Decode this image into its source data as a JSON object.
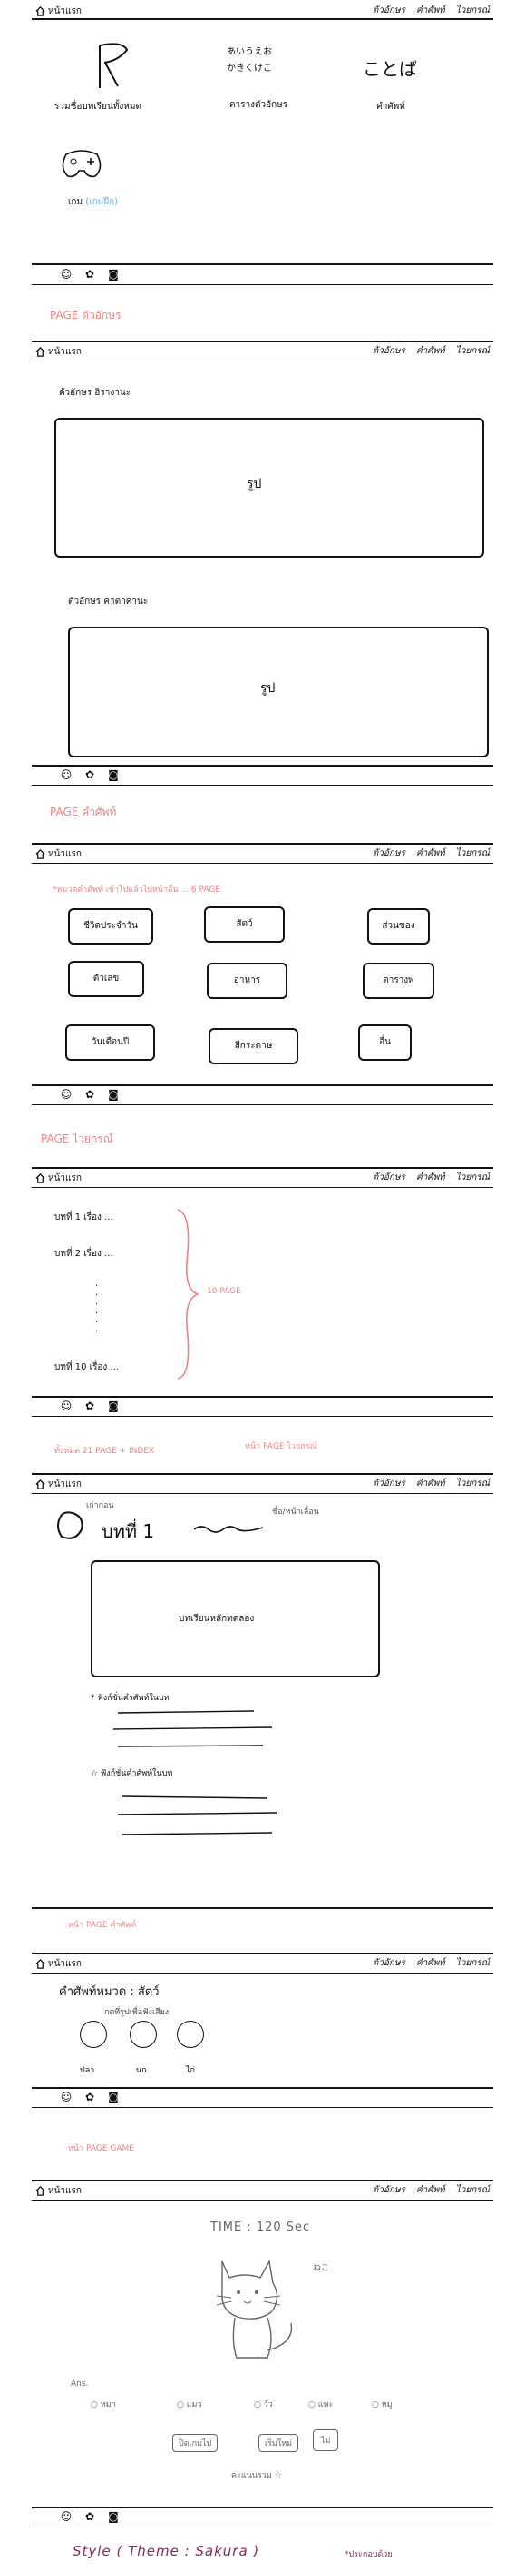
{
  "nav": {
    "home": "หน้าแรก",
    "link1": "ตัวอักษร",
    "link2": "คำศัพท์",
    "link3": "ไวยกรณ์"
  },
  "home": {
    "item1": "รวมชื่อบทเรียนทั้งหมด",
    "item2": "ตารางตัวอักษร",
    "item3": "คำศัพท์",
    "kana1": "あいうえお",
    "kana2": "かきくけこ",
    "kotoba": "ことば",
    "game": "เกม",
    "game_sub": "(เกมฝึก)"
  },
  "titles": {
    "letters": "PAGE ตัวอักษร",
    "vocab": "PAGE คำศัพท์",
    "grammar": "PAGE ไวยกรณ์",
    "lessons": "ทั้งหมด 21 PAGE + INDEX",
    "lesson_page": "หน้า PAGE ไวยกรณ์",
    "vocab_page": "หน้า PAGE คำศัพท์",
    "game_page": "หน้า PAGE GAME"
  },
  "letters": {
    "hira": "ตัวอักษร ฮิรางานะ",
    "kata": "ตัวอักษร คาตาคานะ",
    "img": "รูป"
  },
  "vocab": {
    "note": "*หมวดคำศัพท์ เข้าไปแล้วไปหน้าอื่น ... 6 PAGE",
    "cats": [
      "ชีวิตประจำวัน",
      "สัตว์",
      "ส่วนของ",
      "ตัวเลข",
      "อาหาร",
      "ตารางพ",
      "วันเดือนปี",
      "สีกระดาษ",
      "อื่น"
    ]
  },
  "grammar": {
    "items": [
      "บทที่ 1 เรื่อง ...",
      "บทที่ 2 เรื่อง ...",
      "บทที่ 10 เรื่อง ..."
    ],
    "brace_note": "10 PAGE"
  },
  "lesson": {
    "note_top": "เก่าก่อน",
    "title": "บทที่ 1",
    "subnote": "ชื่อ/หน้าเลื่อน",
    "main_box": "บทเรียนหลักทดลอง",
    "bullet1": "* ฟังก์ชั่นคำศัพท์ในบท",
    "bullet2": "☆ ฟังก์ชั่นคำศัพท์ในบท"
  },
  "vocabPage": {
    "title": "คำศัพท์หมวด : สัตว์",
    "note": "กดที่รูปเพื่อฟังเสียง",
    "items": [
      "ปลา",
      "นก",
      "ไก่"
    ]
  },
  "game": {
    "time": "TIME : 120 Sec",
    "word": "ねこ",
    "ans_label": "Ans.",
    "choices": [
      "หมา",
      "แมว",
      "วัว",
      "แพะ",
      "หมู"
    ],
    "buttons": [
      "ปิดเกมไป",
      "เริ่มใหม่",
      "ไม่"
    ],
    "score": "คะแนนรวม ☆"
  },
  "style_note": "Style ( Theme : Sakura )",
  "style_note2": "*ประกอบด้วย"
}
